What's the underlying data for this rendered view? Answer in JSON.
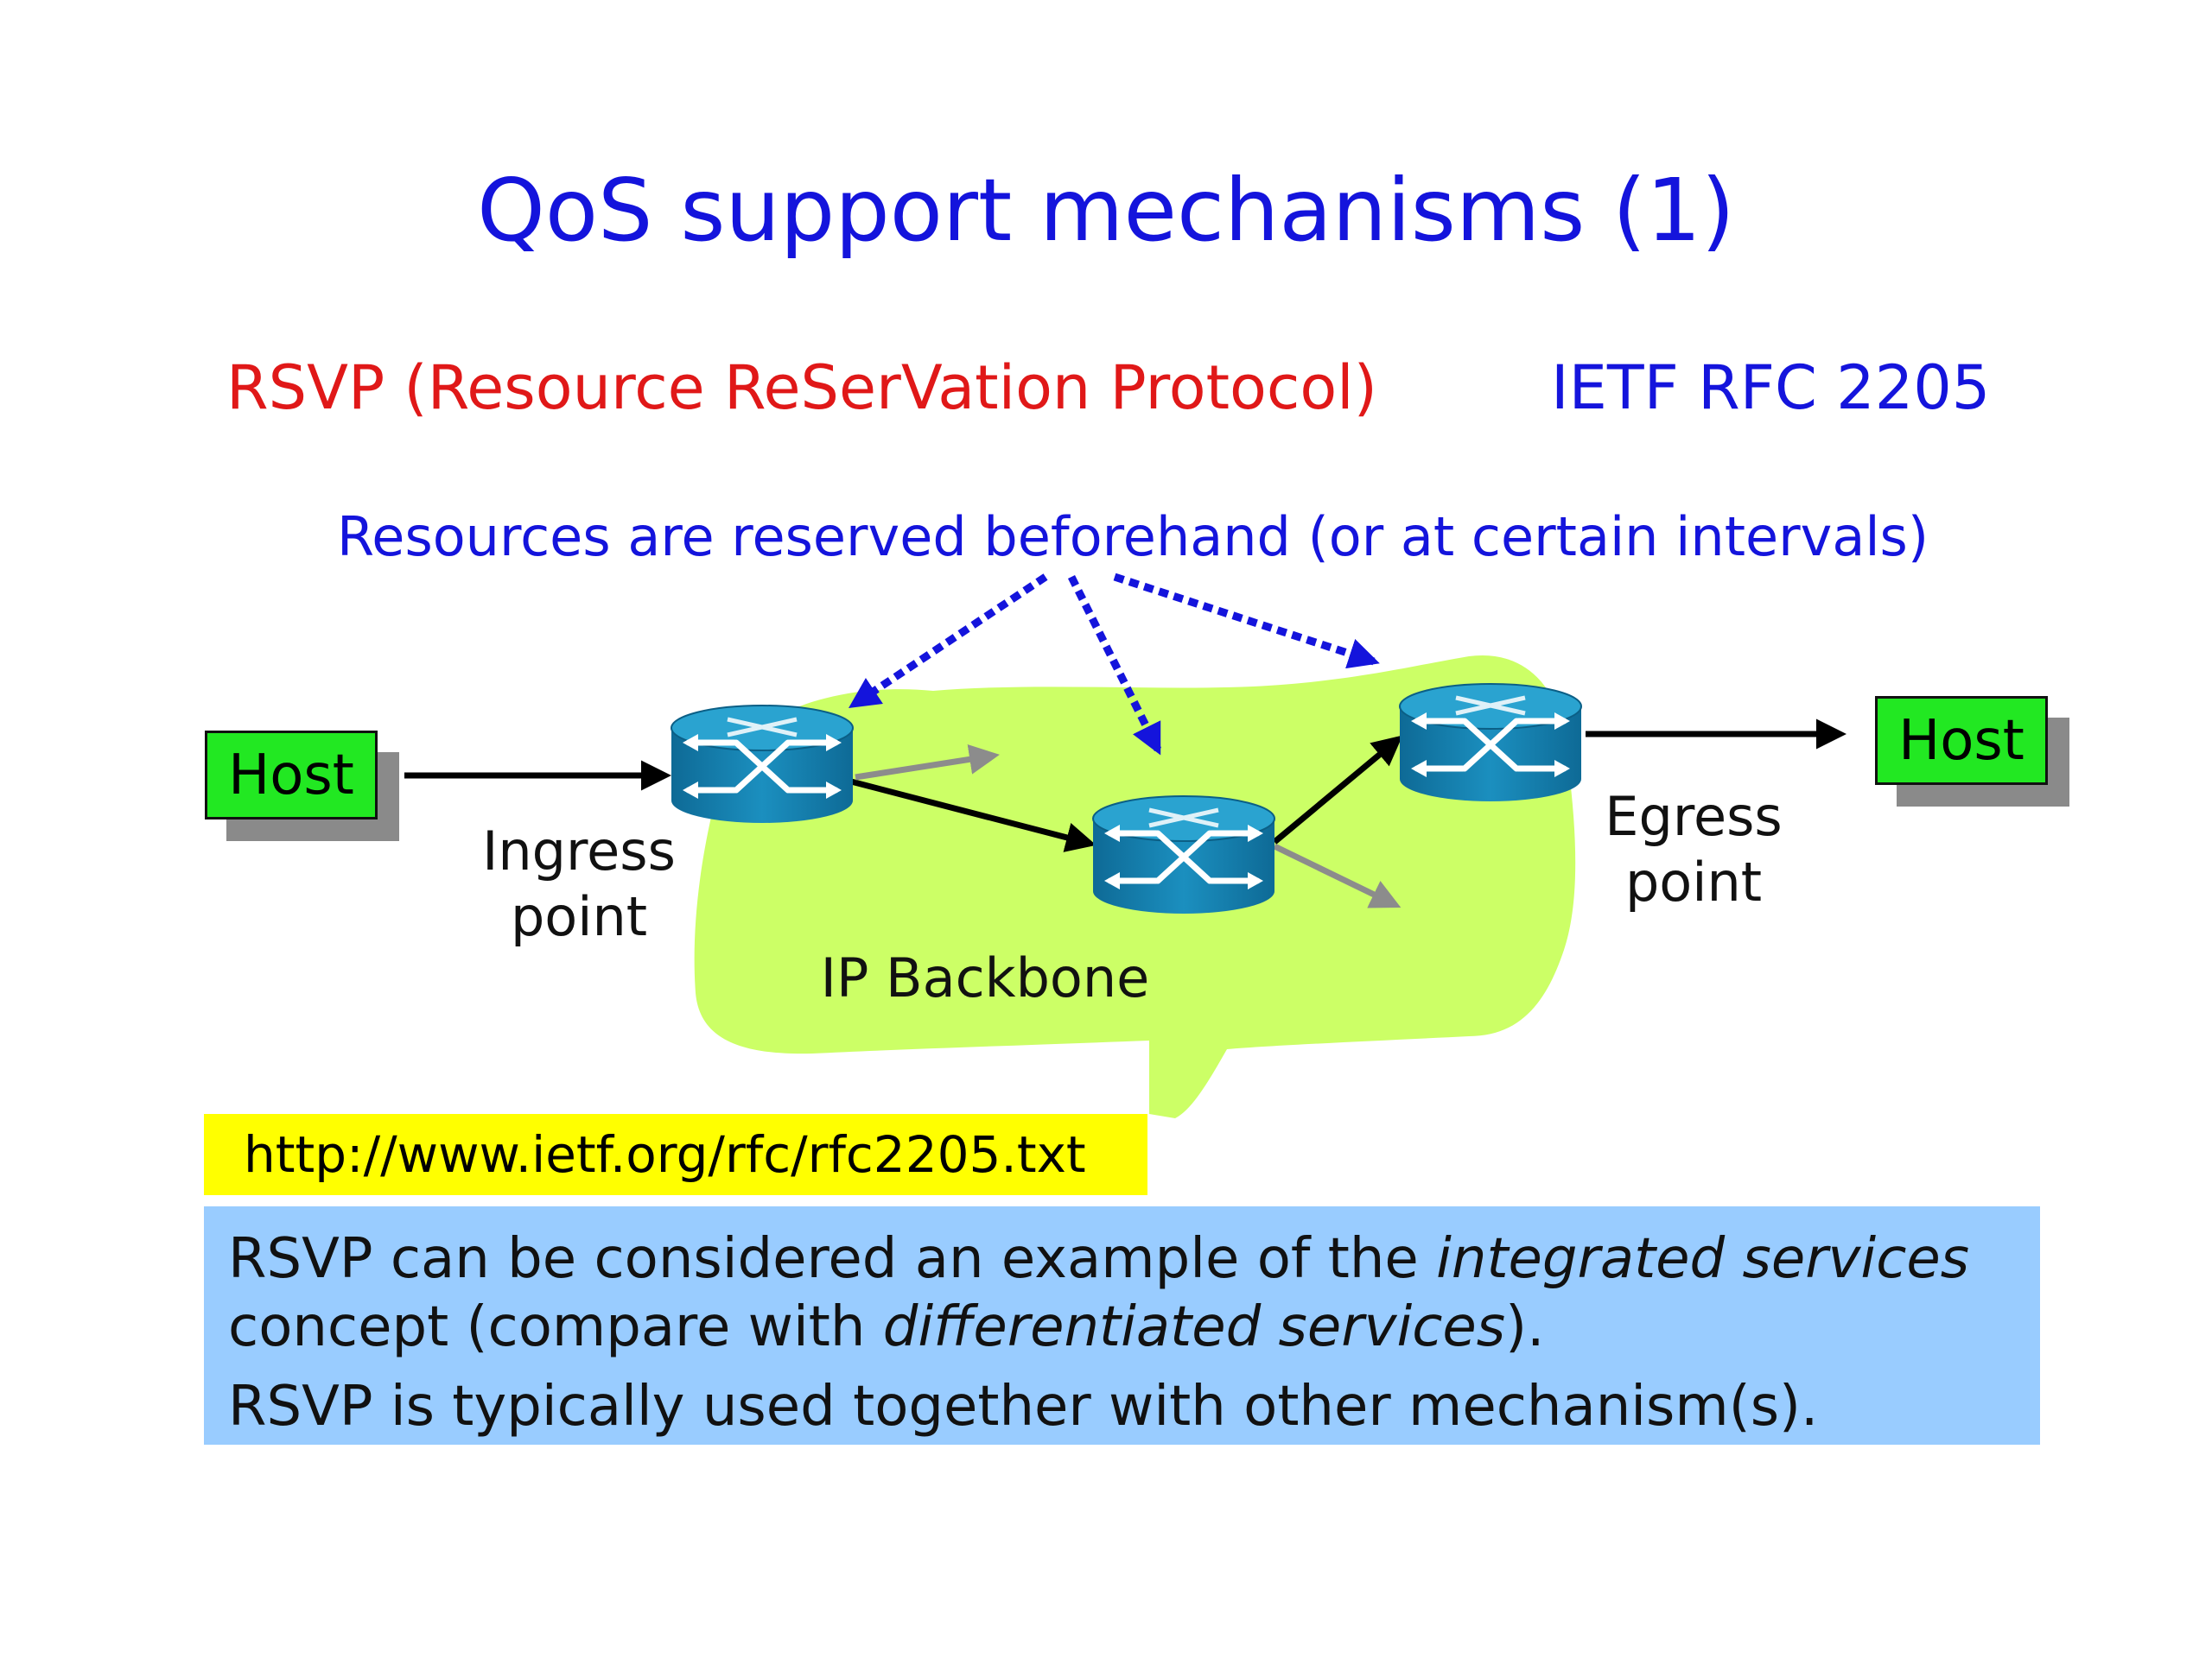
{
  "slide": {
    "title": "QoS support mechanisms (1)",
    "rsvp_heading": "RSVP (Resource ReSerVation Protocol)",
    "ietf_ref": "IETF RFC 2205",
    "resources_note": "Resources are reserved beforehand (or at certain intervals)"
  },
  "diagram": {
    "host_left": "Host",
    "host_right": "Host",
    "ingress_line1": "Ingress",
    "ingress_line2": "point",
    "egress_line1": "Egress",
    "egress_line2": "point",
    "backbone_label": "IP Backbone",
    "colors": {
      "backbone_fill": "#ccff66",
      "host_fill": "#22e822",
      "router_fill": "#1b84b0",
      "reservation_arrow": "#1414dc",
      "data_path_arrow": "#000000",
      "branch_arrow": "#8c8c8c"
    },
    "icons": [
      "router-icon",
      "router-icon",
      "router-icon"
    ]
  },
  "url_box": {
    "url": "http://www.ietf.org/rfc/rfc2205.txt"
  },
  "note": {
    "line1_before": "RSVP can be considered an example of the ",
    "line1_italic": "integrated services",
    "line2_before": "concept (compare with ",
    "line2_italic": "differentiated services",
    "line2_after": ").",
    "line3": "RSVP is typically used together with other mechanism(s)."
  }
}
